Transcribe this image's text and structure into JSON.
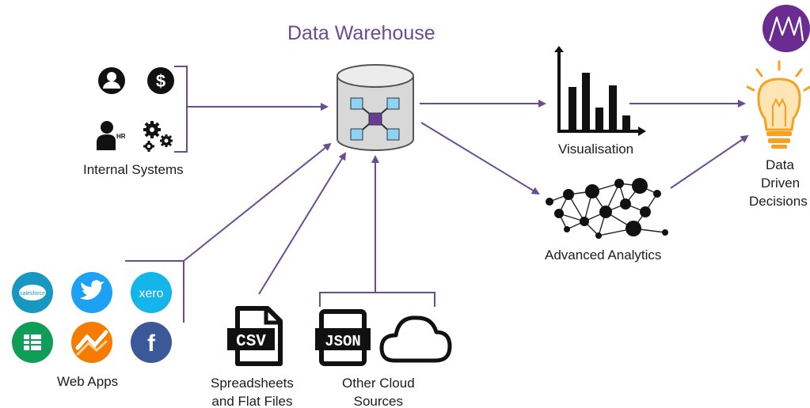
{
  "title": "Data Warehouse",
  "labels": {
    "internal_systems": "Internal Systems",
    "web_apps": "Web Apps",
    "spreadsheets_line1": "Spreadsheets",
    "spreadsheets_line2": "and Flat Files",
    "cloud_line1": "Other Cloud",
    "cloud_line2": "Sources",
    "visualisation": "Visualisation",
    "advanced_analytics": "Advanced Analytics",
    "decisions_line1": "Data",
    "decisions_line2": "Driven",
    "decisions_line3": "Decisions"
  },
  "icon_text": {
    "salesforce": "salesforce",
    "xero": "xero",
    "facebook": "f",
    "csv": "CSV",
    "json": "JSON",
    "hr": "HR",
    "dollar": "$"
  },
  "colors": {
    "arrow": "#6a4c93",
    "title": "#6a4c93",
    "logo": "#6a2c91",
    "icon_dark": "#111111",
    "salesforce": "#1798c1",
    "twitter": "#1da1f2",
    "xero": "#13b5ea",
    "sheets": "#0f9d58",
    "analytics_orange": "#f57c00",
    "facebook": "#3b5998",
    "bulb": "#f6a21e"
  }
}
